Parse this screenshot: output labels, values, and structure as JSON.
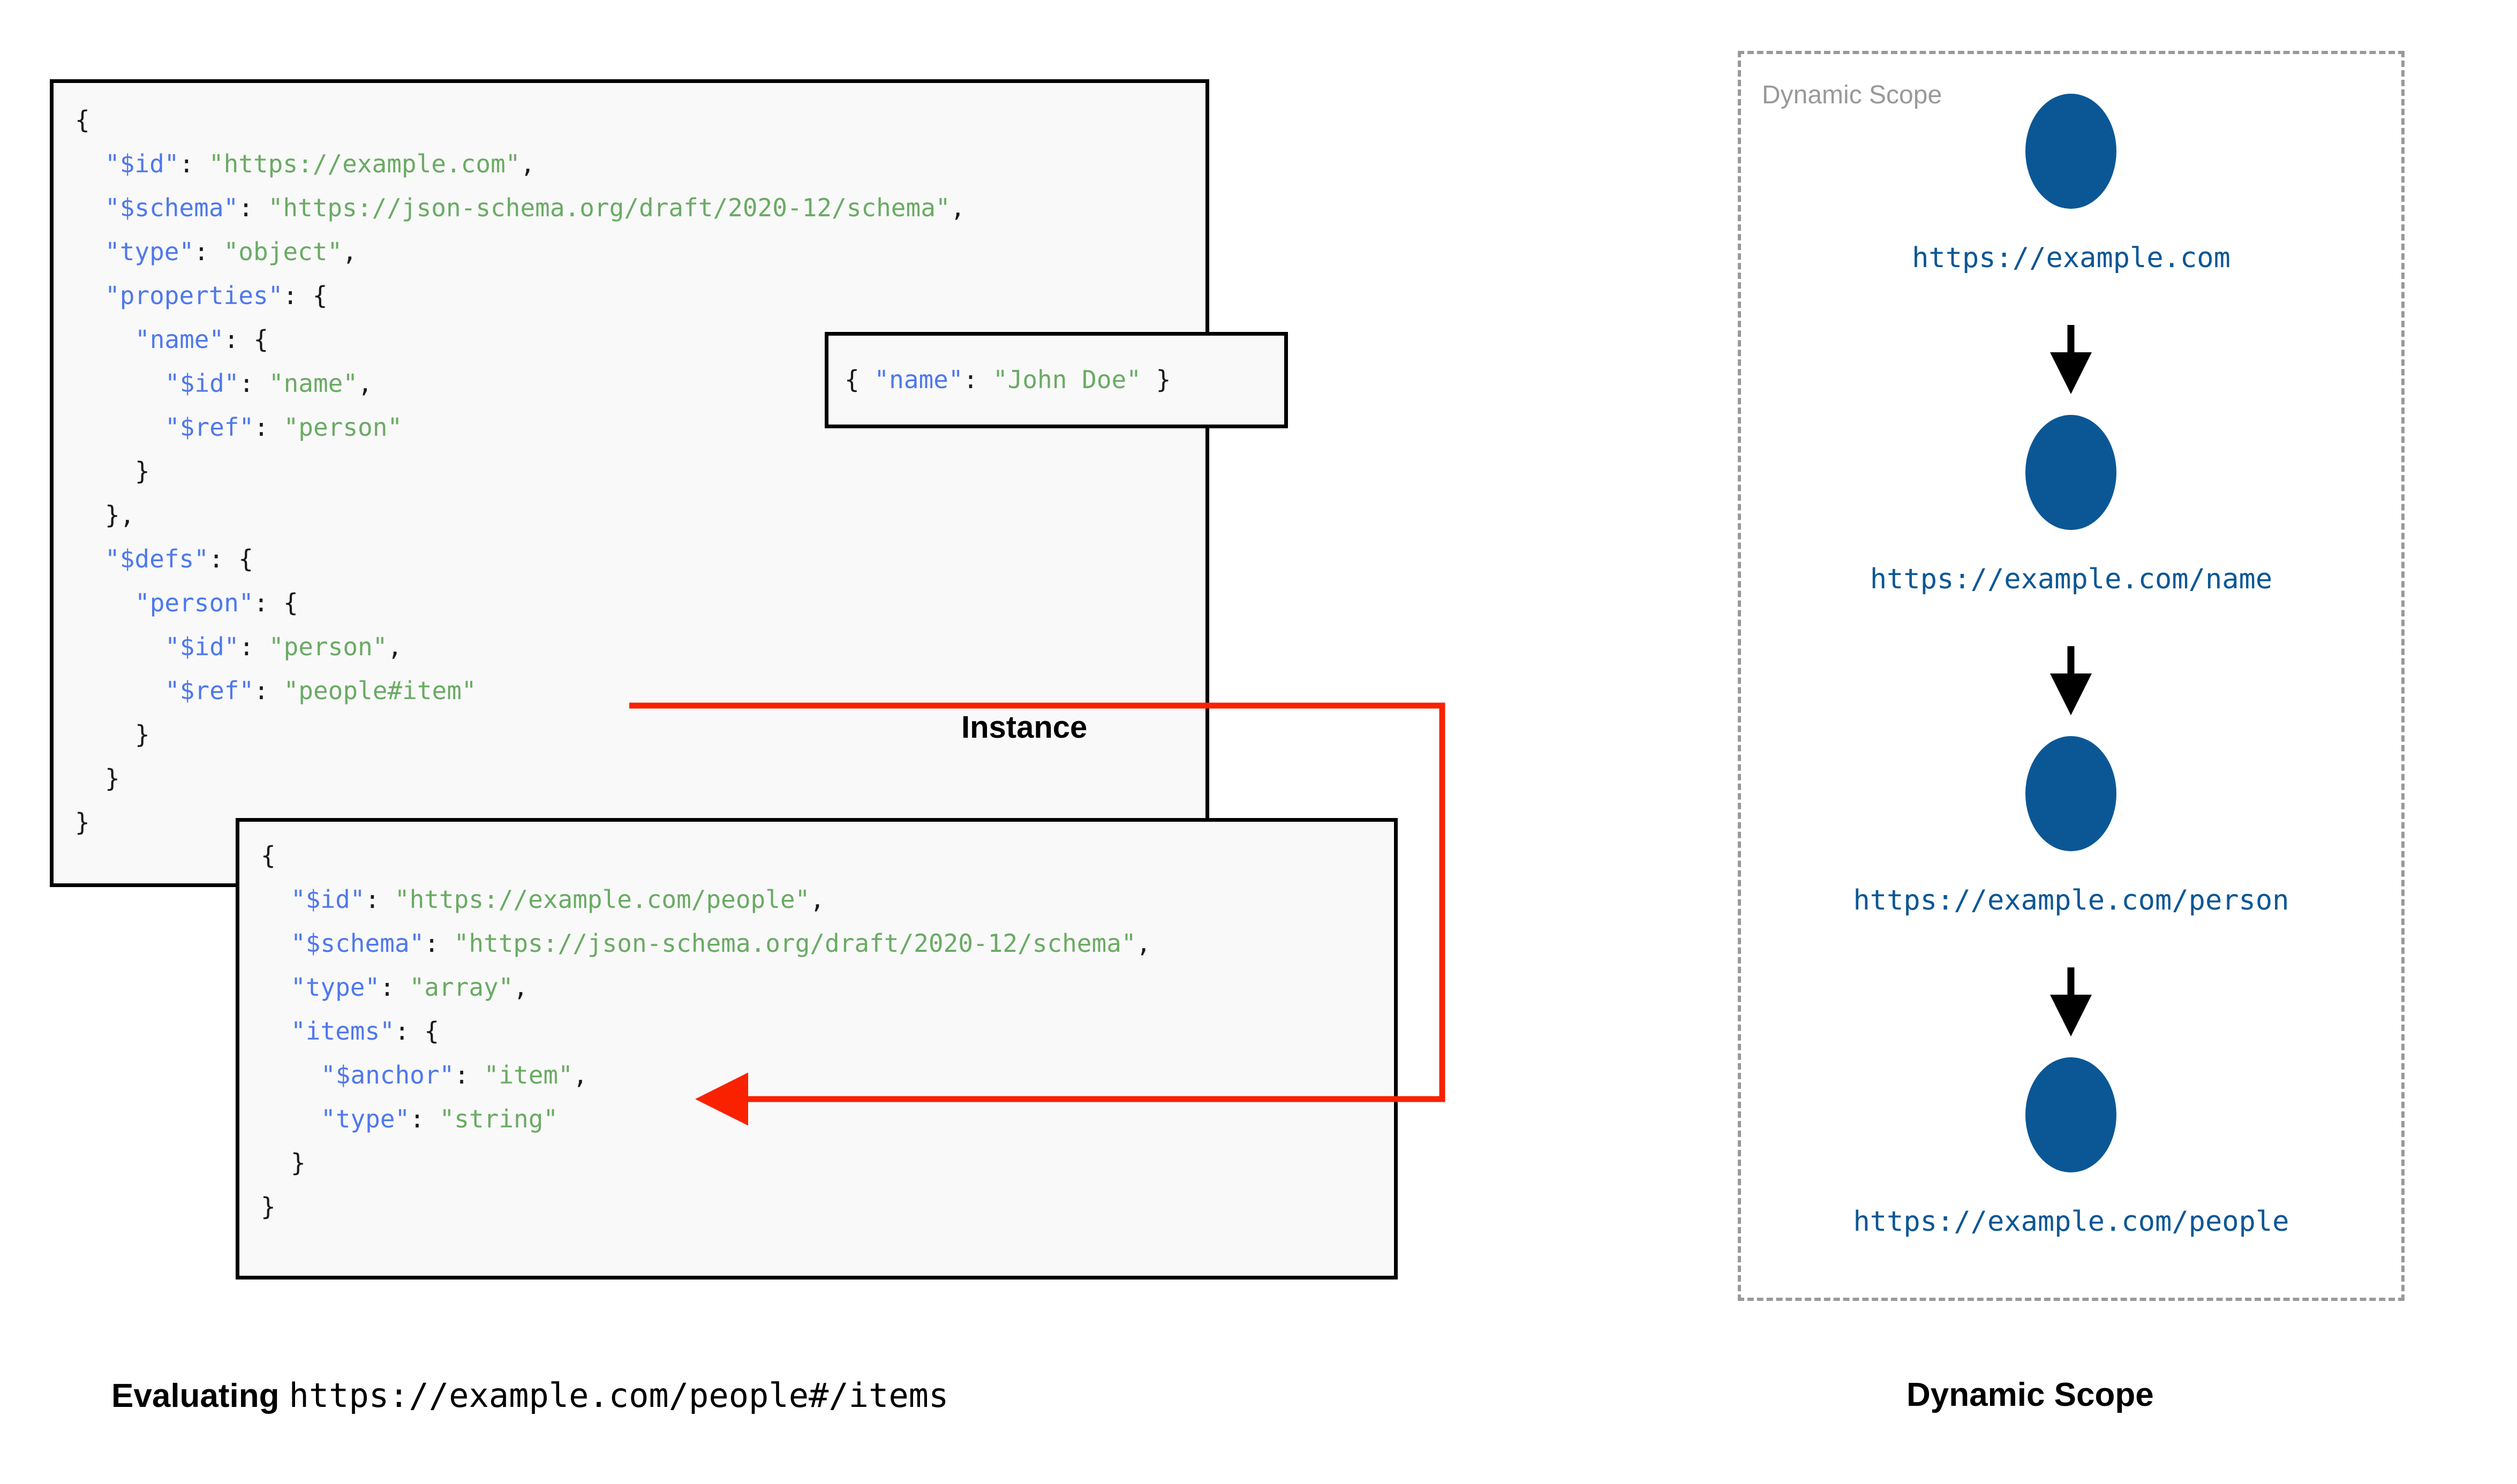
{
  "diagram": {
    "title_left": "Evaluating https://example.com/people#/items",
    "title_right": "Dynamic Scope"
  },
  "colors": {
    "key": "#4F78ED",
    "string": "#6AAB64",
    "node": "#0B5795",
    "arrow_red": "#F92100",
    "panel_border": "#999999",
    "box_border": "#000000",
    "box_background": "#F9F9F9"
  },
  "left_panel": {
    "root_schema_box": {
      "name": "root-schema",
      "code_text": "{\n  \"$id\": \"https://example.com\",\n  \"$schema\": \"https://json-schema.org/draft/2020-12/schema\",\n  \"type\": \"object\",\n  \"properties\": {\n    \"name\": {\n      \"$id\": \"name\",\n      \"$ref\": \"person\"\n    }\n  },\n  \"$defs\": {\n    \"person\": {\n      \"$id\": \"person\",\n      \"$ref\": \"people#item\"\n    }\n  }\n}",
      "lines": [
        {
          "indent": 0,
          "tokens": [
            {
              "t": "{",
              "c": "p"
            }
          ]
        },
        {
          "indent": 1,
          "tokens": [
            {
              "t": "\"$id\"",
              "c": "k"
            },
            {
              "t": ": ",
              "c": "p"
            },
            {
              "t": "\"https://example.com\"",
              "c": "s"
            },
            {
              "t": ",",
              "c": "p"
            }
          ]
        },
        {
          "indent": 1,
          "tokens": [
            {
              "t": "\"$schema\"",
              "c": "k"
            },
            {
              "t": ": ",
              "c": "p"
            },
            {
              "t": "\"https://json-schema.org/draft/2020-12/schema\"",
              "c": "s"
            },
            {
              "t": ",",
              "c": "p"
            }
          ]
        },
        {
          "indent": 1,
          "tokens": [
            {
              "t": "\"type\"",
              "c": "k"
            },
            {
              "t": ": ",
              "c": "p"
            },
            {
              "t": "\"object\"",
              "c": "s"
            },
            {
              "t": ",",
              "c": "p"
            }
          ]
        },
        {
          "indent": 1,
          "tokens": [
            {
              "t": "\"properties\"",
              "c": "k"
            },
            {
              "t": ": {",
              "c": "p"
            }
          ]
        },
        {
          "indent": 2,
          "tokens": [
            {
              "t": "\"name\"",
              "c": "k"
            },
            {
              "t": ": {",
              "c": "p"
            }
          ]
        },
        {
          "indent": 3,
          "tokens": [
            {
              "t": "\"$id\"",
              "c": "k"
            },
            {
              "t": ": ",
              "c": "p"
            },
            {
              "t": "\"name\"",
              "c": "s"
            },
            {
              "t": ",",
              "c": "p"
            }
          ]
        },
        {
          "indent": 3,
          "tokens": [
            {
              "t": "\"$ref\"",
              "c": "k"
            },
            {
              "t": ": ",
              "c": "p"
            },
            {
              "t": "\"person\"",
              "c": "s"
            }
          ]
        },
        {
          "indent": 2,
          "tokens": [
            {
              "t": "}",
              "c": "p"
            }
          ]
        },
        {
          "indent": 1,
          "tokens": [
            {
              "t": "},",
              "c": "p"
            }
          ]
        },
        {
          "indent": 1,
          "tokens": [
            {
              "t": "\"$defs\"",
              "c": "k"
            },
            {
              "t": ": {",
              "c": "p"
            }
          ]
        },
        {
          "indent": 2,
          "tokens": [
            {
              "t": "\"person\"",
              "c": "k"
            },
            {
              "t": ": {",
              "c": "p"
            }
          ]
        },
        {
          "indent": 3,
          "tokens": [
            {
              "t": "\"$id\"",
              "c": "k"
            },
            {
              "t": ": ",
              "c": "p"
            },
            {
              "t": "\"person\"",
              "c": "s"
            },
            {
              "t": ",",
              "c": "p"
            }
          ]
        },
        {
          "indent": 3,
          "tokens": [
            {
              "t": "\"$ref\"",
              "c": "k"
            },
            {
              "t": ": ",
              "c": "p"
            },
            {
              "t": "\"people#item\"",
              "c": "s"
            }
          ]
        },
        {
          "indent": 2,
          "tokens": [
            {
              "t": "}",
              "c": "p"
            }
          ]
        },
        {
          "indent": 1,
          "tokens": [
            {
              "t": "}",
              "c": "p"
            }
          ]
        },
        {
          "indent": 0,
          "tokens": [
            {
              "t": "}",
              "c": "p"
            }
          ]
        }
      ]
    },
    "instance_box": {
      "name": "instance",
      "label": "Instance",
      "code_text": "{ \"name\": \"John Doe\" }",
      "lines": [
        {
          "indent": 0,
          "tokens": [
            {
              "t": "{ ",
              "c": "p"
            },
            {
              "t": "\"name\"",
              "c": "k"
            },
            {
              "t": ": ",
              "c": "p"
            },
            {
              "t": "\"John Doe\"",
              "c": "s"
            },
            {
              "t": " }",
              "c": "p"
            }
          ]
        }
      ]
    },
    "people_schema_box": {
      "name": "people-schema",
      "code_text": "{\n  \"$id\": \"https://example.com/people\",\n  \"$schema\": \"https://json-schema.org/draft/2020-12/schema\",\n  \"type\": \"array\",\n  \"items\": {\n    \"$anchor\": \"item\",\n    \"type\": \"string\"\n  }\n}",
      "lines": [
        {
          "indent": 0,
          "tokens": [
            {
              "t": "{",
              "c": "p"
            }
          ]
        },
        {
          "indent": 1,
          "tokens": [
            {
              "t": "\"$id\"",
              "c": "k"
            },
            {
              "t": ": ",
              "c": "p"
            },
            {
              "t": "\"https://example.com/people\"",
              "c": "s"
            },
            {
              "t": ",",
              "c": "p"
            }
          ]
        },
        {
          "indent": 1,
          "tokens": [
            {
              "t": "\"$schema\"",
              "c": "k"
            },
            {
              "t": ": ",
              "c": "p"
            },
            {
              "t": "\"https://json-schema.org/draft/2020-12/schema\"",
              "c": "s"
            },
            {
              "t": ",",
              "c": "p"
            }
          ]
        },
        {
          "indent": 1,
          "tokens": [
            {
              "t": "\"type\"",
              "c": "k"
            },
            {
              "t": ": ",
              "c": "p"
            },
            {
              "t": "\"array\"",
              "c": "s"
            },
            {
              "t": ",",
              "c": "p"
            }
          ]
        },
        {
          "indent": 1,
          "tokens": [
            {
              "t": "\"items\"",
              "c": "k"
            },
            {
              "t": ": {",
              "c": "p"
            }
          ]
        },
        {
          "indent": 2,
          "tokens": [
            {
              "t": "\"$anchor\"",
              "c": "k"
            },
            {
              "t": ": ",
              "c": "p"
            },
            {
              "t": "\"item\"",
              "c": "s"
            },
            {
              "t": ",",
              "c": "p"
            }
          ]
        },
        {
          "indent": 2,
          "tokens": [
            {
              "t": "\"type\"",
              "c": "k"
            },
            {
              "t": ": ",
              "c": "p"
            },
            {
              "t": "\"string\"",
              "c": "s"
            }
          ]
        },
        {
          "indent": 1,
          "tokens": [
            {
              "t": "}",
              "c": "p"
            }
          ]
        },
        {
          "indent": 0,
          "tokens": [
            {
              "t": "}",
              "c": "p"
            }
          ]
        }
      ]
    },
    "reference_arrow": {
      "name": "ref-to-anchor-arrow",
      "from": "\"$ref\": \"people#item\"",
      "to": "\"$anchor\": \"item\"",
      "color": "#F92100"
    },
    "caption_prefix": "Evaluating",
    "caption_uri": "https://example.com/people#/items"
  },
  "right_panel": {
    "panel_label": "Dynamic Scope",
    "caption": "Dynamic Scope",
    "nodes": [
      {
        "label": "https://example.com"
      },
      {
        "label": "https://example.com/name"
      },
      {
        "label": "https://example.com/person"
      },
      {
        "label": "https://example.com/people"
      }
    ],
    "arrow_count": 3
  }
}
